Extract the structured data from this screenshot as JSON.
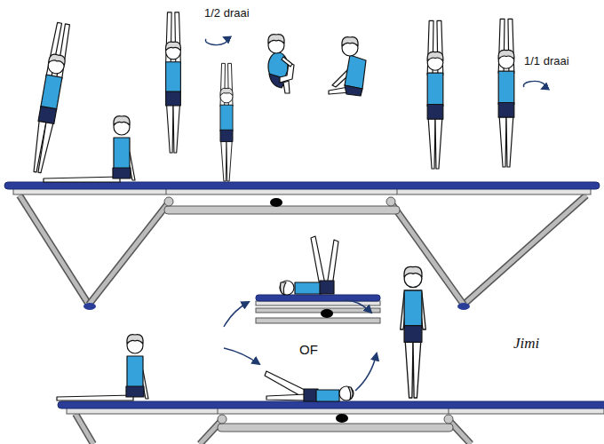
{
  "diagram": {
    "labels": [
      "1/2 draai",
      "1/1 draai",
      "OF",
      "Jimi"
    ]
  }
}
